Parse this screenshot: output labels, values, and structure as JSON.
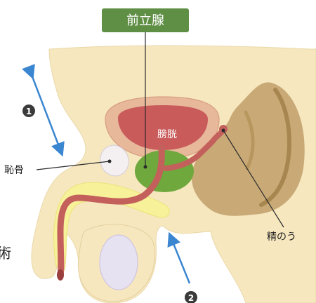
{
  "labels": {
    "prostate": "前立腺",
    "bladder": "膀胱",
    "pubic_bone": "恥骨",
    "seminal_vesicle": "精のう",
    "cut_off_glyph": "術"
  },
  "markers": {
    "marker_1": "1",
    "marker_2": "2"
  },
  "colors": {
    "body": "#f6e7bf",
    "title_box": "#5f8e45",
    "title_text": "#ffffff",
    "bladder_outer": "#e8b89a",
    "bladder_inner": "#c95b5b",
    "prostate": "#6fa83c",
    "urethra": "#c4605c",
    "urethra_dark": "#9a3f3d",
    "rectum": "#c9aa77",
    "rectum_dark": "#a7864f",
    "bone": "#f4f0f2",
    "testis": "#e7e2f1",
    "yellow_band": "#f7f199",
    "arrow": "#3a86d1",
    "leader_line": "#2b2b2b",
    "marker_fill": "#3a3a3a"
  }
}
